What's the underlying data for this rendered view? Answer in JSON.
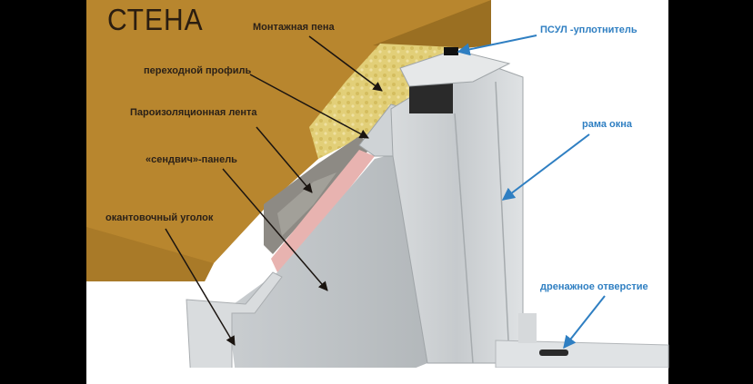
{
  "title": "СТЕНА",
  "labels": {
    "foam": "Монтажная пена",
    "sealant": "ПСУЛ -уплотнитель",
    "transition_profile": "переходной профиль",
    "vapor_tape": "Пароизоляционная лента",
    "window_frame": "рама окна",
    "sandwich_panel": "«сендвич»-панель",
    "edging_corner": "окантовочный уголок",
    "drain_hole": "дренажное отверстие"
  },
  "colors": {
    "wall": "#b8862e",
    "label_dark": "#2b2118",
    "label_blue": "#2f7fc2",
    "arrow_blue": "#2f7fc2",
    "arrow_dark": "#1a1410"
  }
}
